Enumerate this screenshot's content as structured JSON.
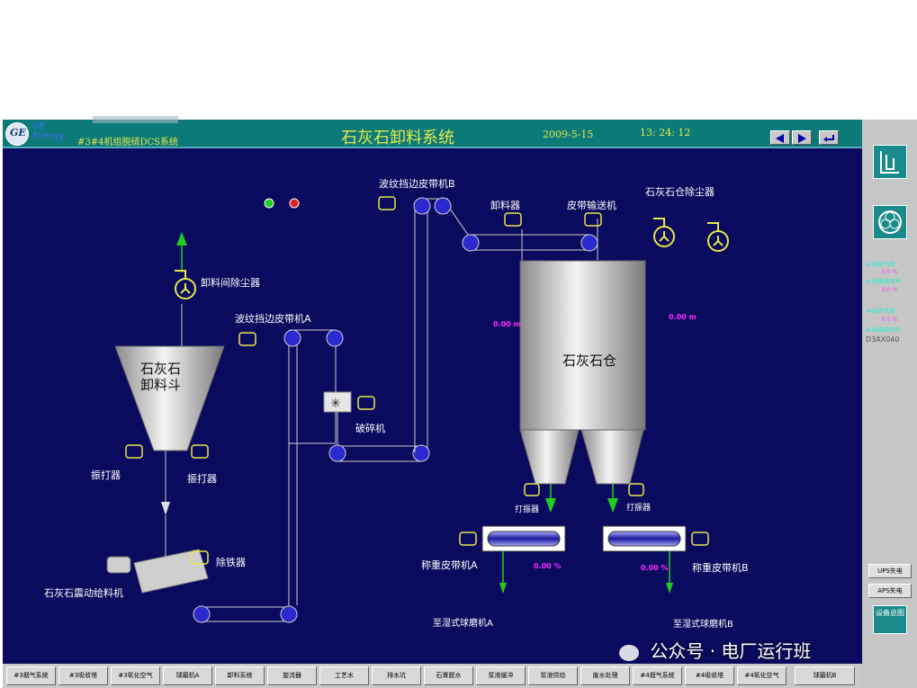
{
  "header": {
    "logo_text": "GE",
    "brand_line1": "GE",
    "brand_line2": "Energy",
    "subtitle": "#3#4机组脱硫DCS系统",
    "title": "石灰石卸料系统",
    "date": "2009-5-15",
    "time": "13: 24: 12"
  },
  "labels": {
    "dust_collector_unload": "卸料间除尘器",
    "hopper_line1": "石灰石",
    "hopper_line2": "卸料斗",
    "vibrator_left": "振打器",
    "vibrator_right": "振打器",
    "iron_remover": "除铁器",
    "vibrating_feeder": "石灰石震动给料机",
    "conveyor_a": "波纹挡边皮带机A",
    "crusher": "破碎机",
    "conveyor_b": "波纹挡边皮带机B",
    "unloader": "卸料器",
    "belt_conveyor": "皮带输送机",
    "silo_dust_collector": "石灰石仓除尘器",
    "silo": "石灰石仓",
    "rapper_left": "打振器",
    "rapper_right": "打振器",
    "weigh_belt_a": "称重皮带机A",
    "weigh_belt_b": "称重皮带机B",
    "to_mill_a": "至湿式球磨机A",
    "to_mill_b": "至湿式球磨机B"
  },
  "values": {
    "level_left": "0.00 m",
    "level_right": "0.00 m",
    "feed_a": "0.00 %",
    "feed_b": "0.00 %"
  },
  "right_panel": {
    "readout_1a": "#3锅炉负荷",
    "readout_1b": "0.0 %",
    "readout_1c": "#3机脱硫效率",
    "readout_1d": "0.0 %",
    "readout_2a": "#4锅炉负荷",
    "readout_2b": "0.0 %",
    "readout_2c": "#4机脱硫效率",
    "readout_2d": "D3AX040",
    "ups_label": "UPS失电",
    "aps_label": "APS失电",
    "overview_label": "设备总图"
  },
  "bottom_nav": [
    "#3烟气系统",
    "#3吸收塔",
    "#3氧化空气",
    "球磨机A",
    "卸料系统",
    "旋流器",
    "工艺水",
    "排水坑",
    "石膏脱水",
    "浆液缓冲",
    "浆液供给",
    "废水处理",
    "#4烟气系统",
    "#4吸收塔",
    "#4氧化空气",
    "球磨机B"
  ],
  "watermark": "公众号 · 电厂运行班",
  "colors": {
    "background": "#0a0a5e",
    "titlebar": "#0b7a78",
    "title_text": "#e8e84a",
    "value_text": "#ff2cff",
    "arrow_green": "#22cc22",
    "motor_yellow": "#e8e84a"
  }
}
